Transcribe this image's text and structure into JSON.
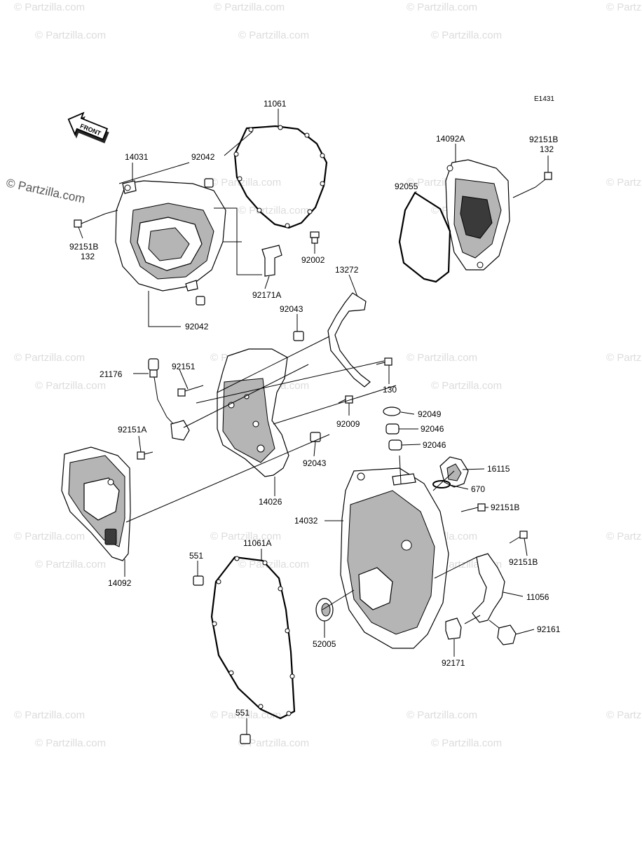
{
  "diagram_code": "E1431",
  "front_label": "FRONT",
  "watermark_text": "© Partzilla.com",
  "watermark_main": "© Partzilla.com",
  "labels": [
    {
      "id": "p11061",
      "text": "11061"
    },
    {
      "id": "p14092A",
      "text": "14092A"
    },
    {
      "id": "p92151B_a",
      "text": "92151B"
    },
    {
      "id": "p132_a",
      "text": "132"
    },
    {
      "id": "p14031",
      "text": "14031"
    },
    {
      "id": "p92042_a",
      "text": "92042"
    },
    {
      "id": "p92055",
      "text": "92055"
    },
    {
      "id": "p92151B_b",
      "text": "92151B"
    },
    {
      "id": "p132_b",
      "text": "132"
    },
    {
      "id": "p92002",
      "text": "92002"
    },
    {
      "id": "p13272",
      "text": "13272"
    },
    {
      "id": "p92171A",
      "text": "92171A"
    },
    {
      "id": "p92043_a",
      "text": "92043"
    },
    {
      "id": "p92042_b",
      "text": "92042"
    },
    {
      "id": "p21176",
      "text": "21176"
    },
    {
      "id": "p92151",
      "text": "92151"
    },
    {
      "id": "p130",
      "text": "130"
    },
    {
      "id": "p92049",
      "text": "92049"
    },
    {
      "id": "p92046_a",
      "text": "92046"
    },
    {
      "id": "p92009",
      "text": "92009"
    },
    {
      "id": "p92151A",
      "text": "92151A"
    },
    {
      "id": "p92046_b",
      "text": "92046"
    },
    {
      "id": "p92043_b",
      "text": "92043"
    },
    {
      "id": "p16115",
      "text": "16115"
    },
    {
      "id": "p670",
      "text": "670"
    },
    {
      "id": "p14026",
      "text": "14026"
    },
    {
      "id": "p92151B_c",
      "text": "92151B"
    },
    {
      "id": "p14032",
      "text": "14032"
    },
    {
      "id": "p11061A",
      "text": "11061A"
    },
    {
      "id": "p551_a",
      "text": "551"
    },
    {
      "id": "p92151B_d",
      "text": "92151B"
    },
    {
      "id": "p14092",
      "text": "14092"
    },
    {
      "id": "p11056",
      "text": "11056"
    },
    {
      "id": "p92161",
      "text": "92161"
    },
    {
      "id": "p52005",
      "text": "52005"
    },
    {
      "id": "p92171",
      "text": "92171"
    },
    {
      "id": "p551_b",
      "text": "551"
    }
  ]
}
